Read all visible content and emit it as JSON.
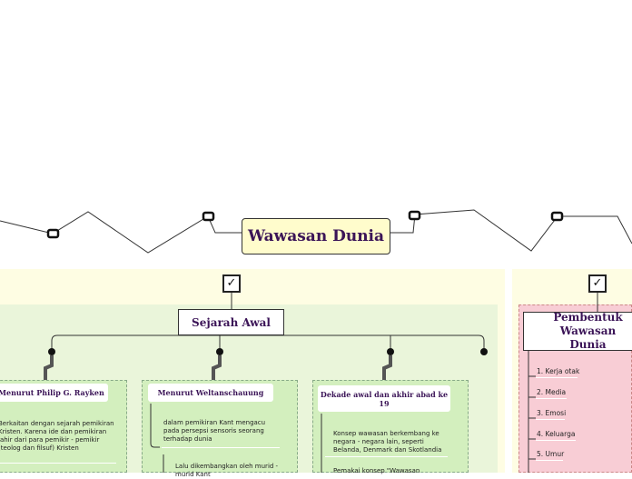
{
  "central_topic": "Wawasan Dunia",
  "check_mark": "✓",
  "sejarah": {
    "title": "Sejarah Awal",
    "branches": [
      {
        "title": "Menurut Philip G. Rayken",
        "text": "Berkaitan dengan sejarah pemikiran Kristen. Karena ide dan pemikiran lahir dari para pemikir - pemikir (teolog dan filsuf) Kristen"
      },
      {
        "title": "Menurut Weltanschauung",
        "text": "dalam pemikiran Kant mengacu pada persepsi sensoris seorang terhadap dunia",
        "text2": "Lalu dikembangkan oleh murid - murid Kant"
      },
      {
        "title": "Dekade awal dan akhir abad ke 19",
        "text": "Konsep wawasan berkembang ke negara - negara lain, seperti Belanda, Denmark dan Skotlandia",
        "text2": "Pemakai konsep \"Wawasan"
      }
    ]
  },
  "pembentuk": {
    "title": "Pembentuk Wawasan Dunia",
    "items": [
      "1. Kerja otak",
      "2. Media",
      "3. Emosi",
      "4. Keluarga",
      "5. Umur"
    ]
  },
  "colors": {
    "central_fill": "#fffccc",
    "title_text": "#3b1457",
    "panel_yellow": "#fefde3",
    "panel_green": "#eaf5da",
    "subpanel_green": "#d3efbe",
    "panel_pink": "#f8cdd5"
  }
}
